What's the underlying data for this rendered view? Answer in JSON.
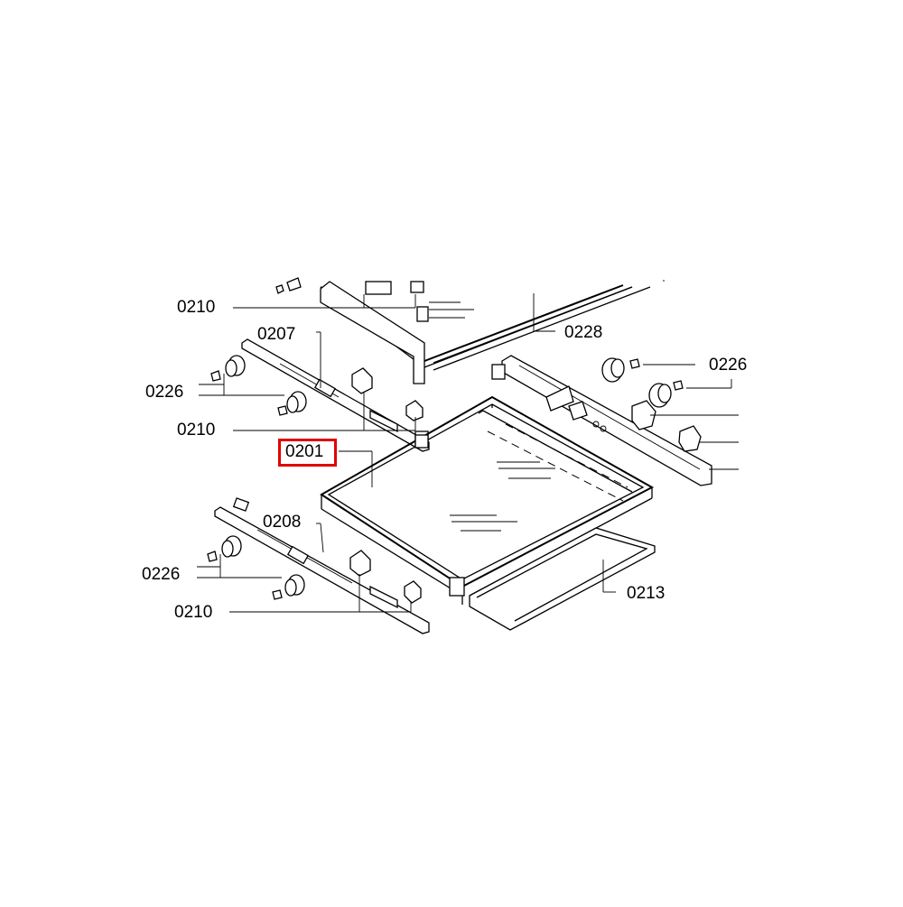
{
  "diagram": {
    "highlight_color": "#e00000",
    "labels": {
      "l0210_top": "0210",
      "l0207": "0207",
      "l0228": "0228",
      "l0226_left_top": "0226",
      "l0226_right": "0226",
      "l0210_mid": "0210",
      "l0201": "0201",
      "l0208": "0208",
      "l0226_left_bottom": "0226",
      "l0213": "0213",
      "l0210_bottom": "0210"
    }
  }
}
